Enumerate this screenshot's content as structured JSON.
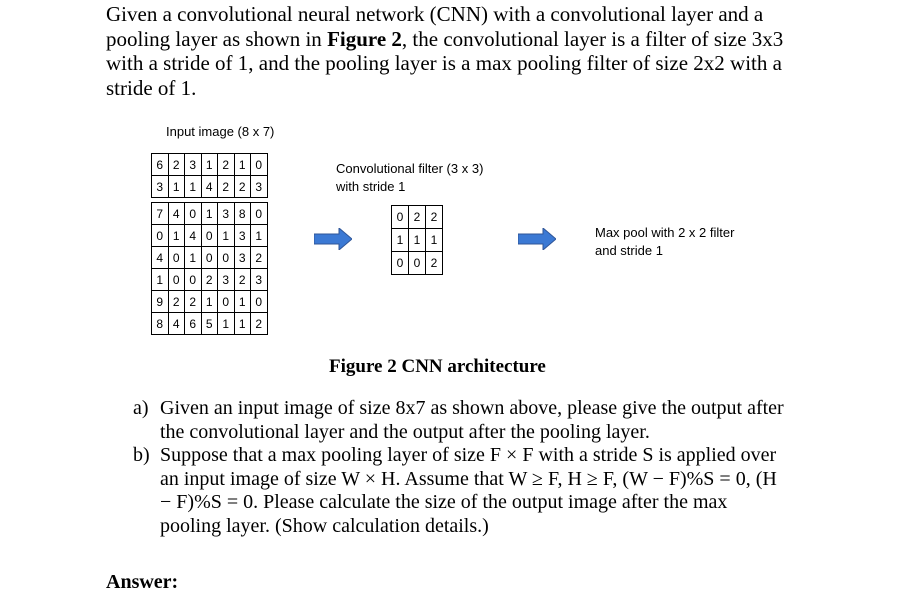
{
  "intro": {
    "part1": "Given a convolutional neural network (CNN) with a convolutional layer and a pooling layer as shown in ",
    "figure_ref": "Figure 2",
    "part2": ", the convolutional layer is a filter of size 3x3 with a stride of 1, and the pooling layer is a max pooling filter of size 2x2 with a stride of 1."
  },
  "figure": {
    "input_label": "Input image (8 x 7)",
    "input_matrix": [
      [
        "6",
        "2",
        "3",
        "1",
        "2",
        "1",
        "0"
      ],
      [
        "3",
        "1",
        "1",
        "4",
        "2",
        "2",
        "3"
      ],
      [
        "7",
        "4",
        "0",
        "1",
        "3",
        "8",
        "0"
      ],
      [
        "0",
        "1",
        "4",
        "0",
        "1",
        "3",
        "1"
      ],
      [
        "4",
        "0",
        "1",
        "0",
        "0",
        "3",
        "2"
      ],
      [
        "1",
        "0",
        "0",
        "2",
        "3",
        "2",
        "3"
      ],
      [
        "9",
        "2",
        "2",
        "1",
        "0",
        "1",
        "0"
      ],
      [
        "8",
        "4",
        "6",
        "5",
        "1",
        "1",
        "2"
      ]
    ],
    "conv_label_line1": "Convolutional filter (3 x 3)",
    "conv_label_line2": "with stride 1",
    "filter_matrix": [
      [
        "0",
        "2",
        "2"
      ],
      [
        "1",
        "1",
        "1"
      ],
      [
        "0",
        "0",
        "2"
      ]
    ],
    "pool_label_line1": "Max pool with 2 x 2 filter",
    "pool_label_line2": "and stride 1",
    "caption": "Figure 2 CNN architecture",
    "arrow_color": "#3b79d4"
  },
  "questions": [
    {
      "label": "a)",
      "text": "Given an input image of size 8x7 as shown above, please give the output after the convolutional layer and the output after the pooling layer."
    },
    {
      "label": "b)",
      "text": "Suppose that a max pooling layer of size F × F with a stride S is applied over an input image of size W × H. Assume that W ≥ F, H ≥ F, (W − F)%S = 0, (H − F)%S = 0. Please calculate the size of the output image after the max pooling layer. (Show calculation details.)"
    }
  ],
  "answer_label": "Answer:"
}
